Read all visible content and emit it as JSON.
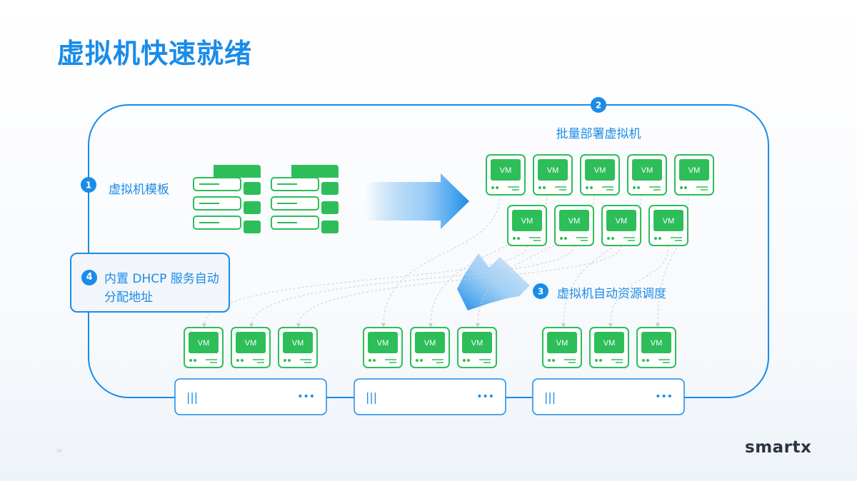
{
  "title": "虚拟机快速就绪",
  "steps": [
    {
      "num": "1",
      "label": "虚拟机模板"
    },
    {
      "num": "2",
      "label": "批量部署虚拟机"
    },
    {
      "num": "3",
      "label": "虚拟机自动资源调度"
    },
    {
      "num": "4",
      "label": "内置 DHCP 服务自动分配地址"
    }
  ],
  "vm_label": "VM",
  "server_icons": {
    "left": "|||",
    "right": "•••"
  },
  "colors": {
    "primary_blue": "#1a8ce8",
    "vm_green": "#2dbe5a",
    "vm_border": "#2dbe5a",
    "server_border": "#1a8ce8"
  },
  "page_number": "38",
  "brand": "smartx"
}
